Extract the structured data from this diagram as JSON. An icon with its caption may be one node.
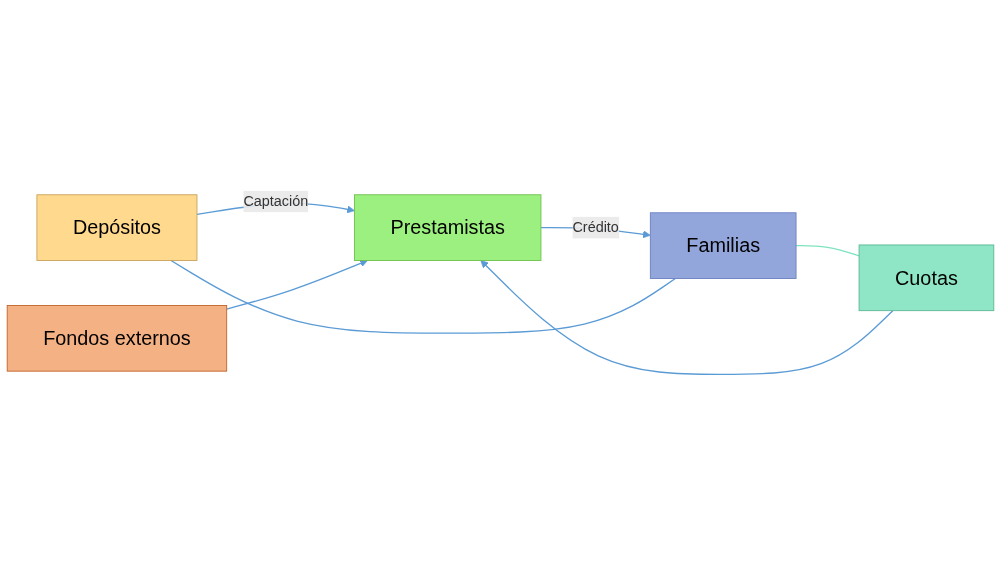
{
  "diagram": {
    "nodes": [
      {
        "text": [
          "Depósitos"
        ]
      },
      {
        "text": [
          "Fondos externos"
        ]
      },
      {
        "text": [
          "Familias"
        ]
      },
      {
        "text": [
          "Prestamistas"
        ]
      },
      {
        "text": [
          "Cuotas"
        ]
      }
    ],
    "edges": [
      {
        "from": 0,
        "to": 3,
        "arrow": "to",
        "label": "Captación"
      },
      {
        "from": 1,
        "to": 3,
        "arrow": "to"
      },
      {
        "from": 3,
        "to": 2,
        "arrow": "to",
        "label": "Crédito"
      },
      {
        "from": 4,
        "to": 3,
        "arrow": "to"
      },
      {
        "from": 2,
        "to": 0,
        "arrow": "none"
      },
      {
        "from": 2,
        "to": 4,
        "arrow": "none",
        "color": "#7fe3bf"
      }
    ]
  }
}
